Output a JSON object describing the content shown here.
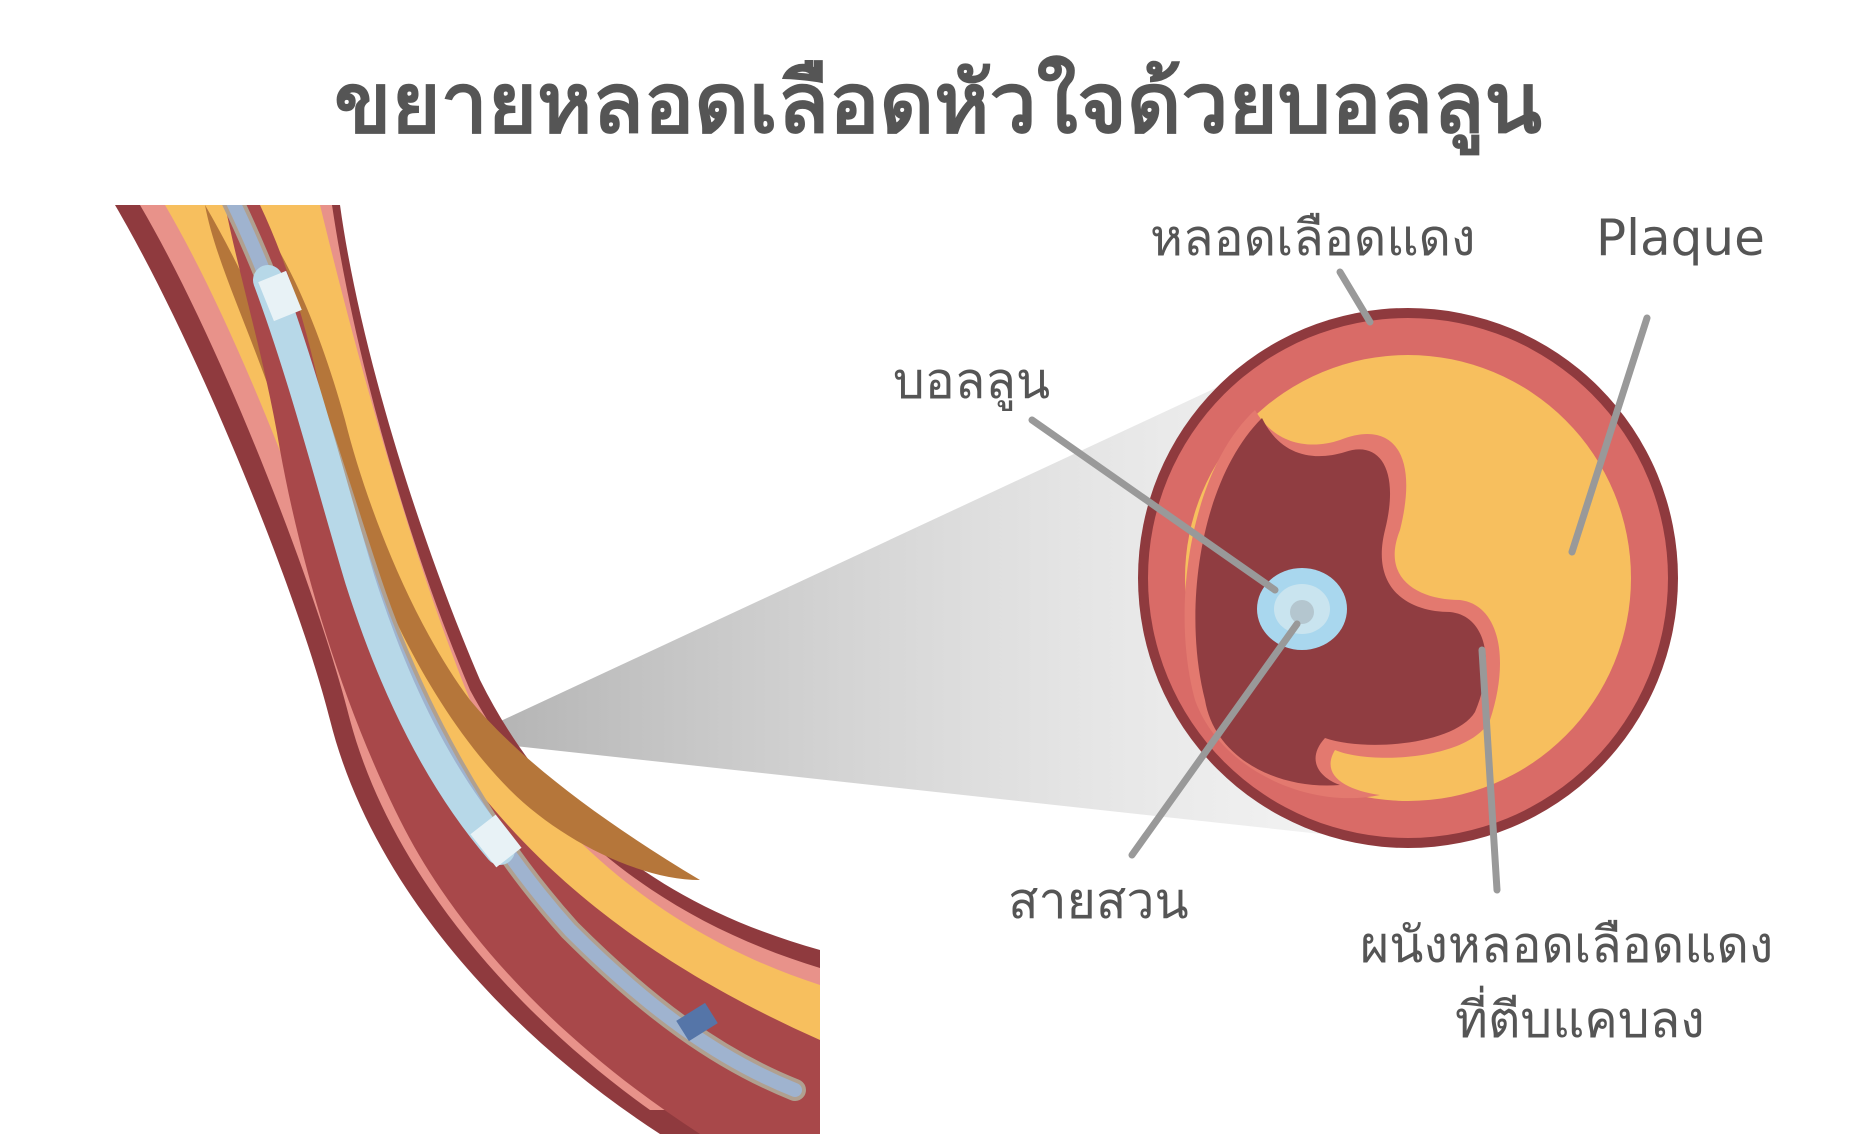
{
  "title": "ขยายหลอดเลือดหัวใจด้วยบอลลูน",
  "labels": {
    "artery": "หลอดเลือดแดง",
    "plaque": "Plaque",
    "balloon": "บอลลูน",
    "catheter": "สายสวน",
    "narrowed_wall_line1": "ผนังหลอดเลือดแดง",
    "narrowed_wall_line2": "ที่ตีบแคบลง"
  },
  "colors": {
    "title_text": "#555555",
    "artery_outer": "#8f3a3e",
    "artery_wall": "#d96b67",
    "artery_inner_edge": "#e8a59a",
    "plaque": "#f7bf5e",
    "plaque_dark": "#b5763a",
    "lumen": "#903d41",
    "balloon": "#a9d7ee",
    "catheter": "#b0c4d8",
    "leader_line": "#999999"
  }
}
